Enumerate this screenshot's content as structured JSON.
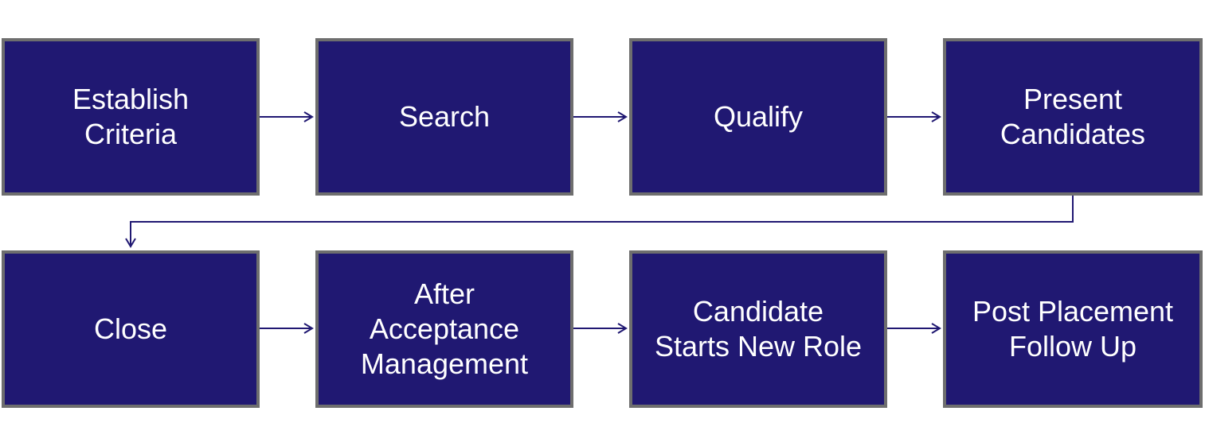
{
  "diagram": {
    "steps": [
      {
        "id": "establish-criteria",
        "label": "Establish\nCriteria"
      },
      {
        "id": "search",
        "label": "Search"
      },
      {
        "id": "qualify",
        "label": "Qualify"
      },
      {
        "id": "present-candidates",
        "label": "Present\nCandidates"
      },
      {
        "id": "close",
        "label": "Close"
      },
      {
        "id": "after-acceptance-management",
        "label": "After\nAcceptance\nManagement"
      },
      {
        "id": "candidate-starts-new-role",
        "label": "Candidate\nStarts New Role"
      },
      {
        "id": "post-placement-follow-up",
        "label": "Post Placement\nFollow Up"
      }
    ],
    "connections": [
      {
        "from": "establish-criteria",
        "to": "search"
      },
      {
        "from": "search",
        "to": "qualify"
      },
      {
        "from": "qualify",
        "to": "present-candidates"
      },
      {
        "from": "present-candidates",
        "to": "close"
      },
      {
        "from": "close",
        "to": "after-acceptance-management"
      },
      {
        "from": "after-acceptance-management",
        "to": "candidate-starts-new-role"
      },
      {
        "from": "candidate-starts-new-role",
        "to": "post-placement-follow-up"
      }
    ],
    "colors": {
      "box_fill": "#201872",
      "box_border": "#6e6e6e",
      "text": "#ffffff",
      "connector": "#201872",
      "background": "#ffffff"
    }
  }
}
